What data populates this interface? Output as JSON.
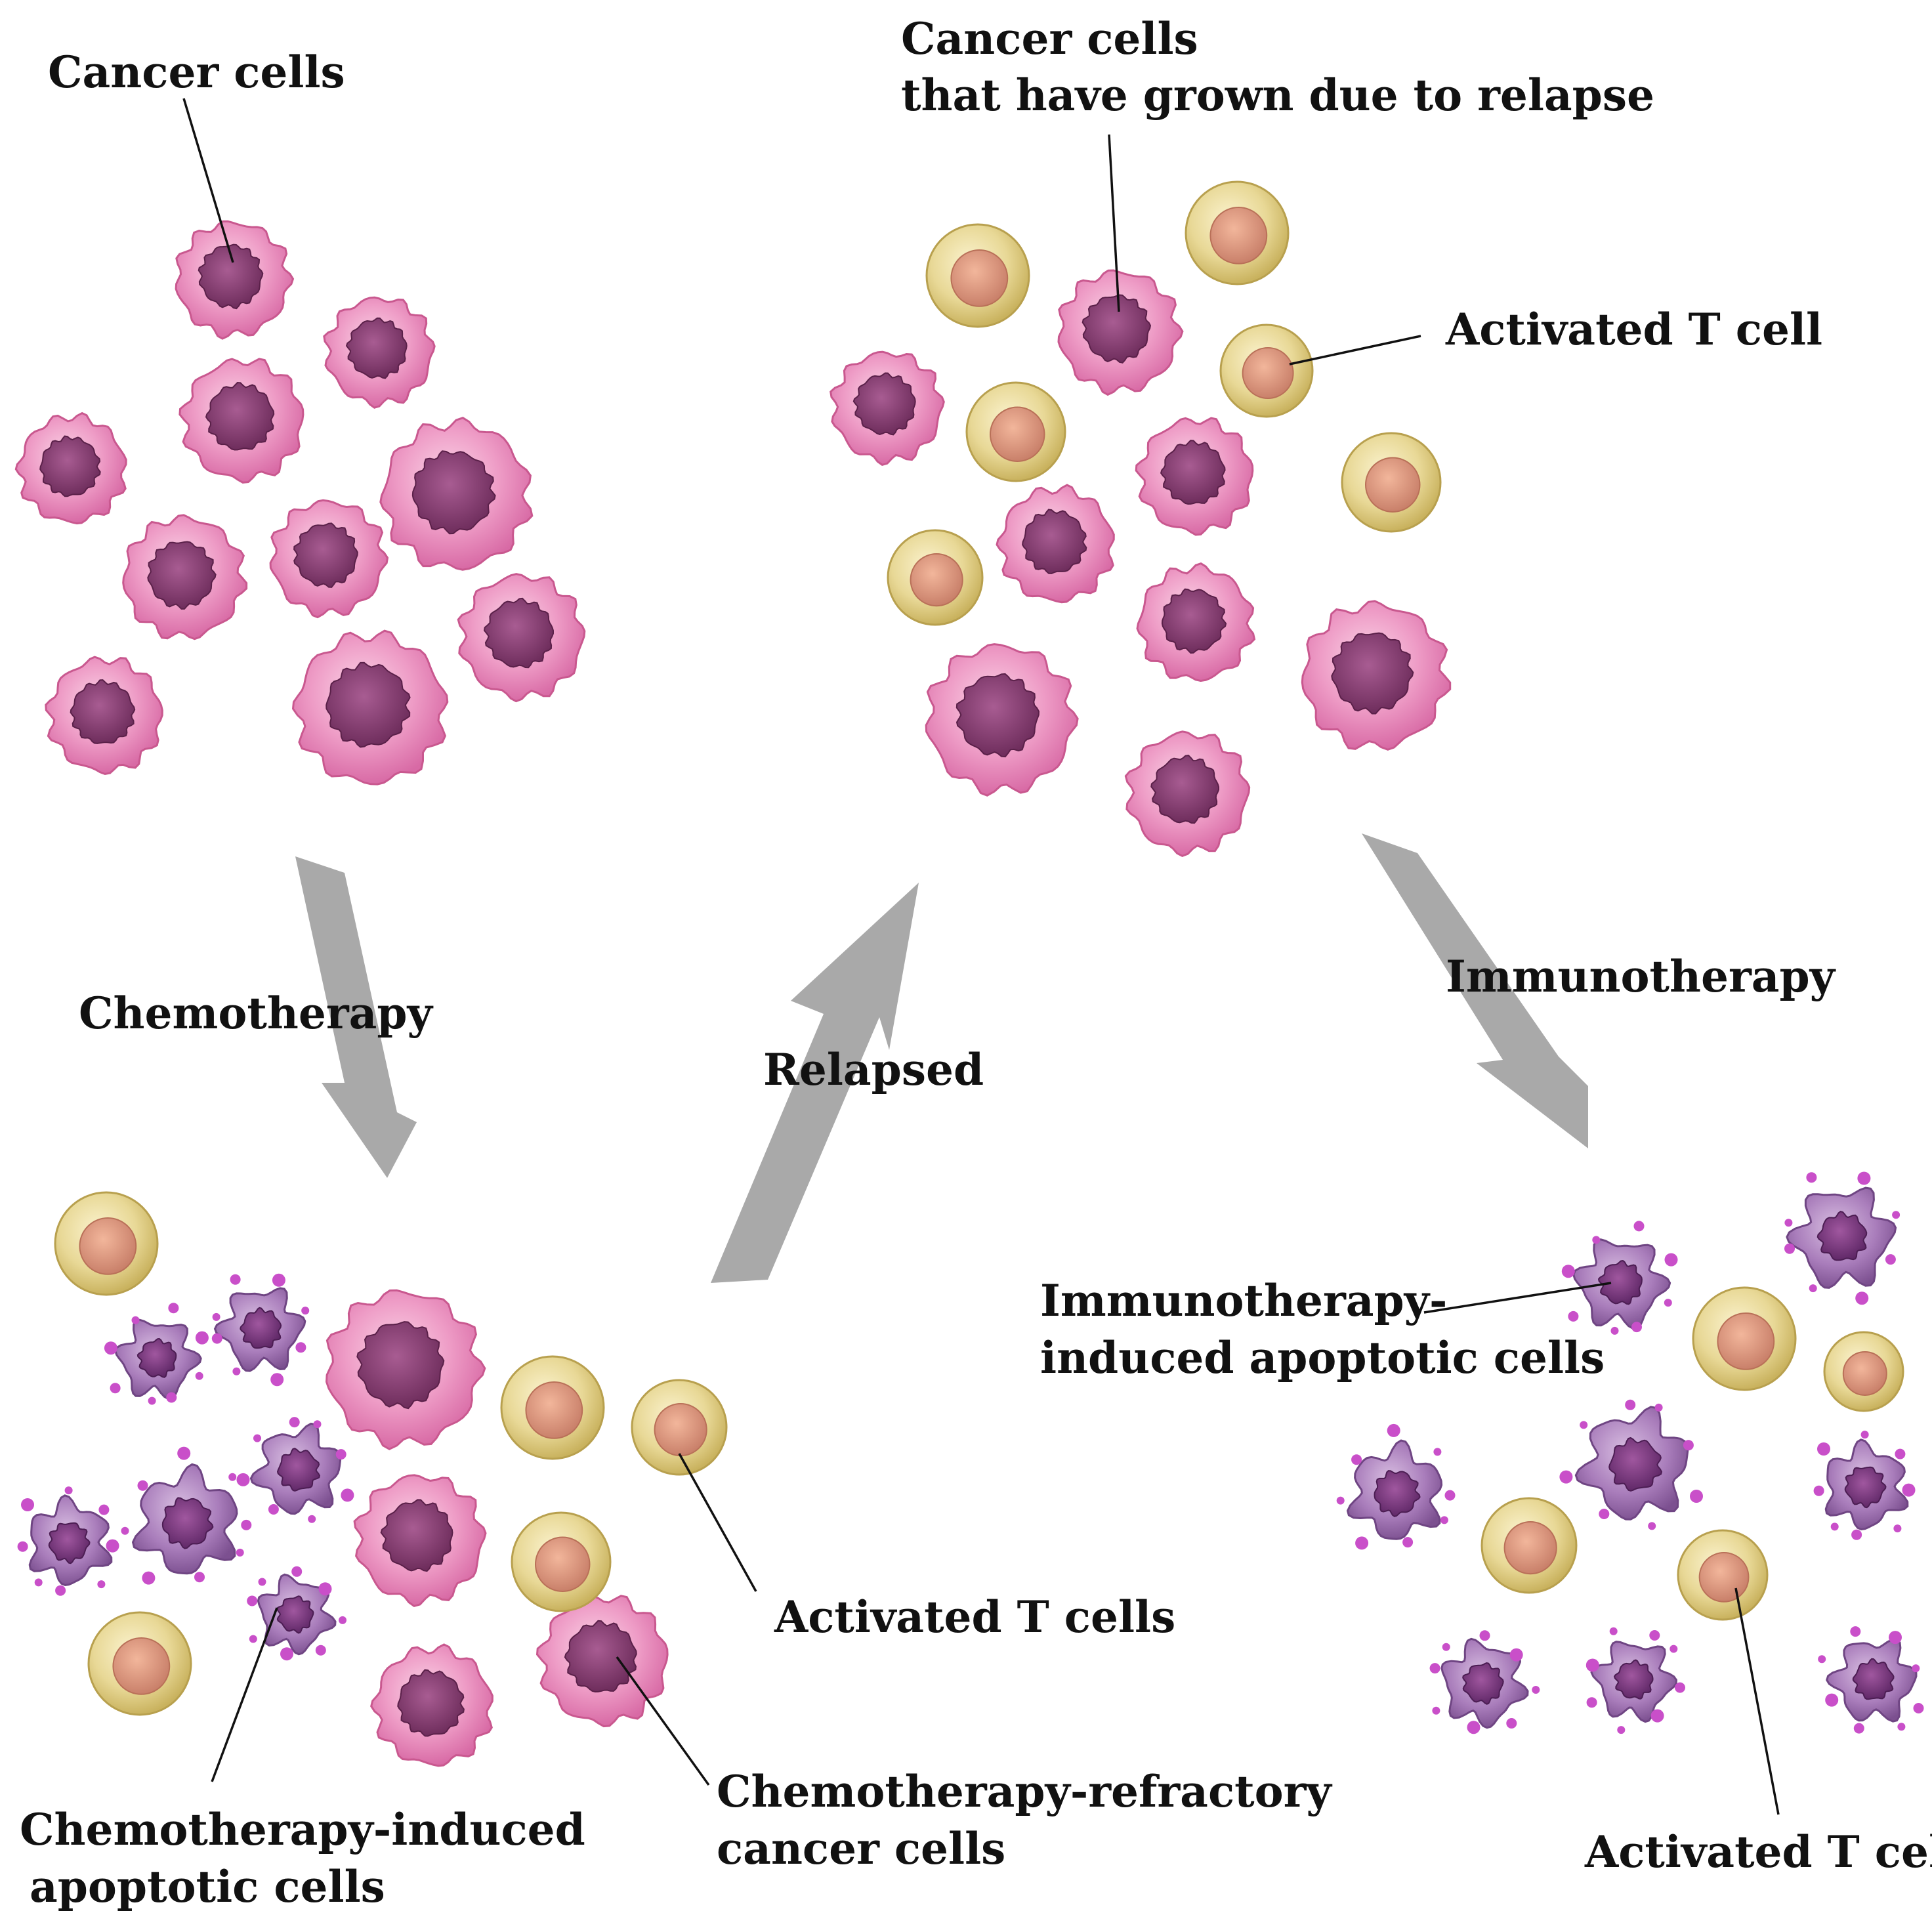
{
  "labels": {
    "cancer_cells": "Cancer cells",
    "grown_line1": "Cancer cells",
    "grown_line2": "that have grown due to relapse",
    "activated_t_cell_top": "Activated T cell",
    "chemotherapy": "Chemotherapy",
    "relapsed": "Relapsed",
    "immunotherapy": "Immunotherapy",
    "activated_t_cells": "Activated T cells",
    "chemo_apoptotic_line1": "Chemotherapy-induced",
    "chemo_apoptotic_line2": "apoptotic cells",
    "refractory_line1": "Chemotherapy-refractory",
    "refractory_line2": "cancer cells",
    "immuno_apoptotic_line1": "Immunotherapy-",
    "immuno_apoptotic_line2": "induced apoptotic cells",
    "activated_t_cell_bottom": "Activated T cell"
  },
  "colors": {
    "cancer_cell": "#e88bb8",
    "cancer_nucleus": "#8a3f72",
    "t_cell": "#e3d38f",
    "t_cell_nucleus": "#d9967a",
    "apoptotic_cell": "#a77bb8",
    "apoptotic_nucleus": "#7a3f85",
    "apoptotic_bleb": "#c94fc9",
    "arrow": "#a9a9a9",
    "text": "#111111"
  }
}
